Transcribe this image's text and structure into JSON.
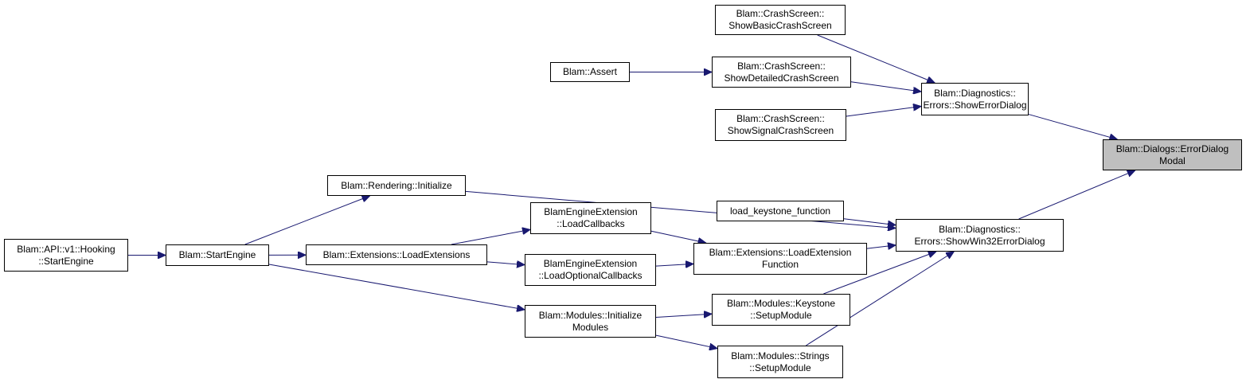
{
  "graph": {
    "edge_color": "#191970",
    "focus_fill": "#bfbfbf",
    "nodes": {
      "error_dialog_modal": [
        "Blam::Dialogs::ErrorDialog",
        "Modal"
      ],
      "show_error_dialog": [
        "Blam::Diagnostics::",
        "Errors::ShowErrorDialog"
      ],
      "show_win32_error_dialog": [
        "Blam::Diagnostics::",
        "Errors::ShowWin32ErrorDialog"
      ],
      "show_basic_crash_screen": [
        "Blam::CrashScreen::",
        "ShowBasicCrashScreen"
      ],
      "show_detailed_crash_screen": [
        "Blam::CrashScreen::",
        "ShowDetailedCrashScreen"
      ],
      "show_signal_crash_screen": [
        "Blam::CrashScreen::",
        "ShowSignalCrashScreen"
      ],
      "assert": [
        "Blam::Assert"
      ],
      "rendering_initialize": [
        "Blam::Rendering::Initialize"
      ],
      "load_keystone_function": [
        "load_keystone_function"
      ],
      "load_extension_function": [
        "Blam::Extensions::LoadExtension",
        "Function"
      ],
      "keystone_setup_module": [
        "Blam::Modules::Keystone",
        "::SetupModule"
      ],
      "strings_setup_module": [
        "Blam::Modules::Strings",
        "::SetupModule"
      ],
      "load_callbacks": [
        "BlamEngineExtension",
        "::LoadCallbacks"
      ],
      "load_optional_callbacks": [
        "BlamEngineExtension",
        "::LoadOptionalCallbacks"
      ],
      "load_extensions": [
        "Blam::Extensions::LoadExtensions"
      ],
      "modules_initialize_modules": [
        "Blam::Modules::Initialize",
        "Modules"
      ],
      "start_engine": [
        "Blam::StartEngine"
      ],
      "api_hooking_start_engine": [
        "Blam::API::v1::Hooking",
        "::StartEngine"
      ]
    },
    "edges": [
      [
        "show_error_dialog",
        "error_dialog_modal"
      ],
      [
        "show_win32_error_dialog",
        "error_dialog_modal"
      ],
      [
        "show_basic_crash_screen",
        "show_error_dialog"
      ],
      [
        "show_detailed_crash_screen",
        "show_error_dialog"
      ],
      [
        "show_signal_crash_screen",
        "show_error_dialog"
      ],
      [
        "assert",
        "show_detailed_crash_screen"
      ],
      [
        "rendering_initialize",
        "show_win32_error_dialog"
      ],
      [
        "load_keystone_function",
        "show_win32_error_dialog"
      ],
      [
        "load_extension_function",
        "show_win32_error_dialog"
      ],
      [
        "keystone_setup_module",
        "show_win32_error_dialog"
      ],
      [
        "strings_setup_module",
        "show_win32_error_dialog"
      ],
      [
        "load_callbacks",
        "load_extension_function"
      ],
      [
        "load_optional_callbacks",
        "load_extension_function"
      ],
      [
        "load_extensions",
        "load_callbacks"
      ],
      [
        "load_extensions",
        "load_optional_callbacks"
      ],
      [
        "modules_initialize_modules",
        "keystone_setup_module"
      ],
      [
        "modules_initialize_modules",
        "strings_setup_module"
      ],
      [
        "start_engine",
        "rendering_initialize"
      ],
      [
        "start_engine",
        "load_extensions"
      ],
      [
        "start_engine",
        "modules_initialize_modules"
      ],
      [
        "api_hooking_start_engine",
        "start_engine"
      ]
    ]
  }
}
